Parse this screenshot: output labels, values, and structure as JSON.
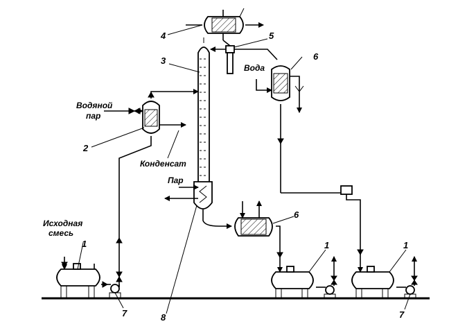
{
  "labels": {
    "vapor": "Водяной",
    "vapor2": "пар",
    "condensate": "Конденсат",
    "steam": "Пар",
    "water": "Вода",
    "feed1": "Исходная",
    "feed2": "смесь"
  },
  "numbers": {
    "n1a": "1",
    "n1b": "1",
    "n1c": "1",
    "n2": "2",
    "n3": "3",
    "n4": "4",
    "n5": "5",
    "n6a": "6",
    "n6b": "6",
    "n7a": "7",
    "n7b": "7",
    "n8": "8"
  }
}
